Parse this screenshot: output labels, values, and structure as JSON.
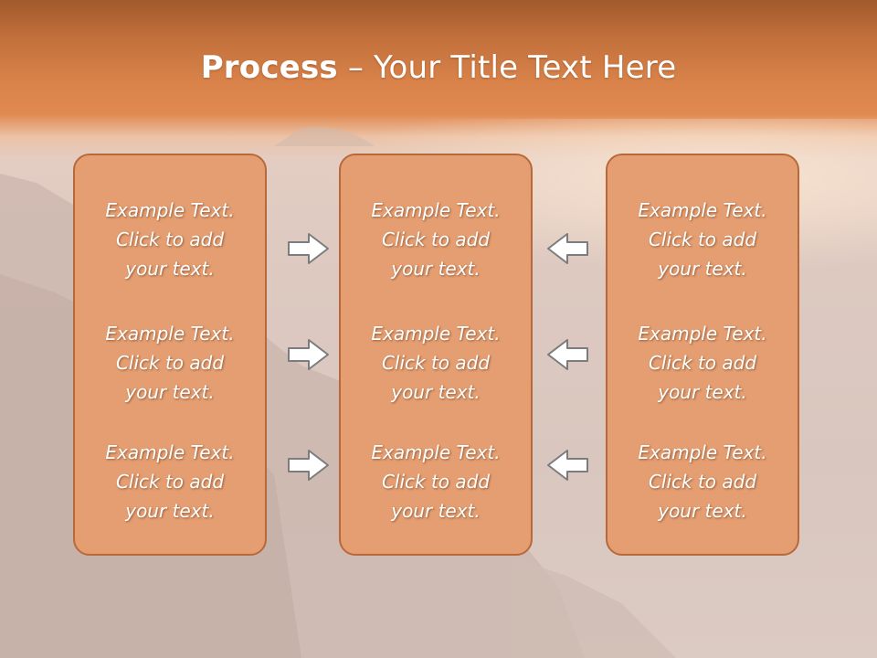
{
  "slide": {
    "title_bold": "Process",
    "title_rest": " – Your Title Text Here"
  },
  "columns": [
    {
      "items": [
        {
          "line1": "Example Text.",
          "line2": "Click  to add",
          "line3": "your text."
        },
        {
          "line1": "Example Text.",
          "line2": "Click  to add",
          "line3": "your text."
        },
        {
          "line1": "Example Text.",
          "line2": "Click  to add",
          "line3": "your text."
        }
      ]
    },
    {
      "items": [
        {
          "line1": "Example Text.",
          "line2": "Click  to add",
          "line3": "your text."
        },
        {
          "line1": "Example Text.",
          "line2": "Click  to add",
          "line3": "your text."
        },
        {
          "line1": "Example Text.",
          "line2": "Click  to add",
          "line3": "your text."
        }
      ]
    },
    {
      "items": [
        {
          "line1": "Example Text.",
          "line2": "Click  to add",
          "line3": "your text."
        },
        {
          "line1": "Example Text.",
          "line2": "Click  to add",
          "line3": "your text."
        },
        {
          "line1": "Example Text.",
          "line2": "Click  to add",
          "line3": "your text."
        }
      ]
    }
  ],
  "arrows": {
    "left_group": "arrow-right-icon",
    "right_group": "arrow-left-icon"
  },
  "colors": {
    "box_fill": "#e49e71",
    "box_border": "#b8693a",
    "header_band": "#d9834a",
    "arrow_fill": "#ffffff",
    "arrow_stroke": "#7c7c7c"
  }
}
